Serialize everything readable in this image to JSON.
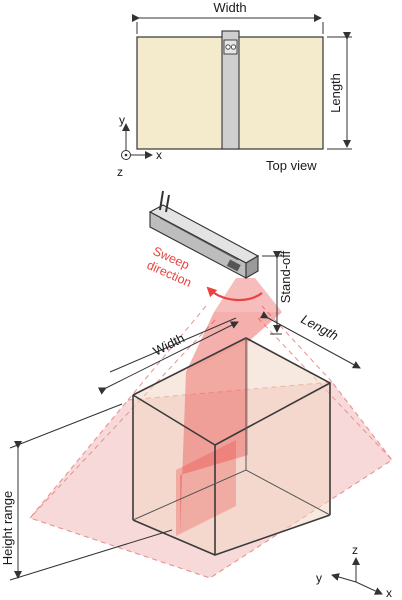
{
  "top_view": {
    "width_label": "Width",
    "length_label": "Length",
    "caption": "Top view",
    "axis_y": "y",
    "axis_x": "x",
    "axis_z": "z"
  },
  "iso_view": {
    "sweep_label_line1": "Sweep",
    "sweep_label_line2": "direction",
    "standoff_label": "Stand-off",
    "width_label": "Width",
    "length_label": "Length",
    "height_range_label": "Height range",
    "axis_z": "z",
    "axis_y": "y",
    "axis_x": "x"
  },
  "colors": {
    "box_fill": "#f4ebcc",
    "laser_red": "#e8433f",
    "scanner_gray": "#c9c9c9"
  }
}
